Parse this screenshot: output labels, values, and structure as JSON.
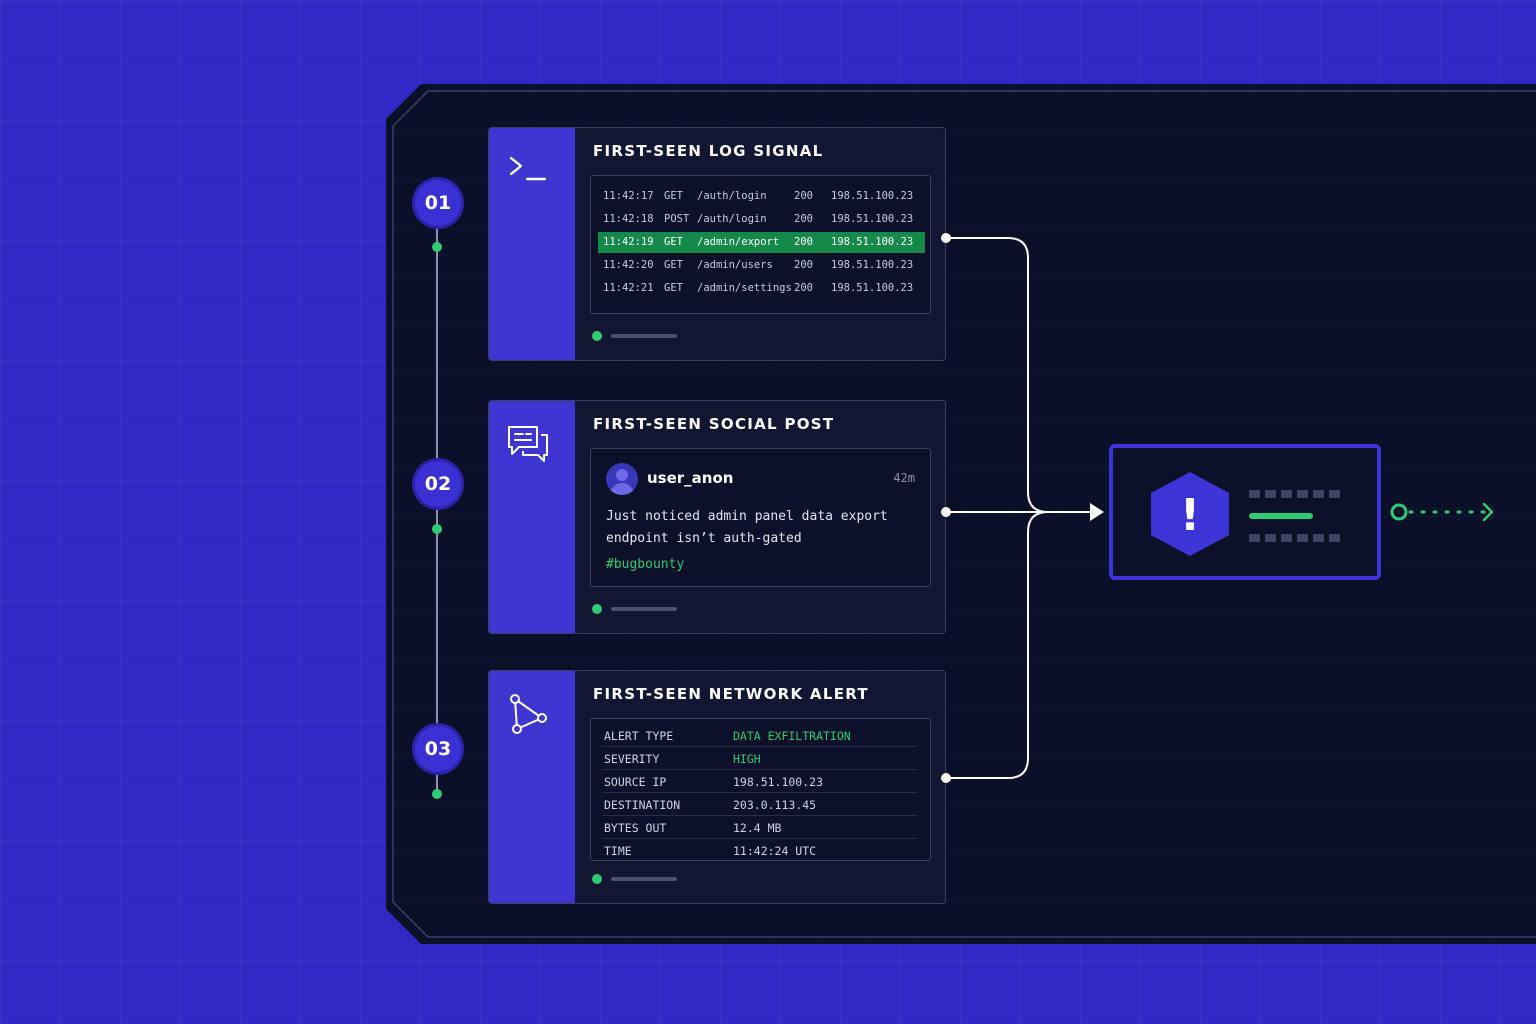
{
  "steps": [
    "01",
    "02",
    "03"
  ],
  "log_card": {
    "title": "FIRST-SEEN LOG SIGNAL",
    "icon": "terminal-icon",
    "rows": [
      {
        "time": "11:42:17",
        "method": "GET",
        "path": "/auth/login",
        "status": "200",
        "ip": "198.51.100.23",
        "highlighted": false
      },
      {
        "time": "11:42:18",
        "method": "POST",
        "path": "/auth/login",
        "status": "200",
        "ip": "198.51.100.23",
        "highlighted": false
      },
      {
        "time": "11:42:19",
        "method": "GET",
        "path": "/admin/export",
        "status": "200",
        "ip": "198.51.100.23",
        "highlighted": true
      },
      {
        "time": "11:42:20",
        "method": "GET",
        "path": "/admin/users",
        "status": "200",
        "ip": "198.51.100.23",
        "highlighted": false
      },
      {
        "time": "11:42:21",
        "method": "GET",
        "path": "/admin/settings",
        "status": "200",
        "ip": "198.51.100.23",
        "highlighted": false
      }
    ]
  },
  "social_card": {
    "title": "FIRST-SEEN SOCIAL POST",
    "icon": "chat-bubbles-icon",
    "username": "user_anon",
    "time": "42m",
    "text_line1": "Just noticed admin panel data export",
    "text_line2": "endpoint isn’t auth-gated",
    "hashtag": "#bugbounty"
  },
  "network_card": {
    "title": "FIRST-SEEN NETWORK ALERT",
    "icon": "network-graph-icon",
    "rows": [
      {
        "key": "ALERT TYPE",
        "value": "DATA EXFILTRATION",
        "accent": true
      },
      {
        "key": "SEVERITY",
        "value": "HIGH",
        "accent": true
      },
      {
        "key": "SOURCE IP",
        "value": "198.51.100.23",
        "accent": false
      },
      {
        "key": "DESTINATION",
        "value": "203.0.113.45",
        "accent": false
      },
      {
        "key": "BYTES OUT",
        "value": "12.4 MB",
        "accent": false
      },
      {
        "key": "TIME",
        "value": "11:42:24 UTC",
        "accent": false
      }
    ]
  },
  "result": {
    "icon": "alert-hexagon-icon",
    "symbol": "!"
  },
  "colors": {
    "background": "#3128c4",
    "panel": "#0b1029",
    "accent": "#3f36d2",
    "green": "#2ecb72"
  }
}
